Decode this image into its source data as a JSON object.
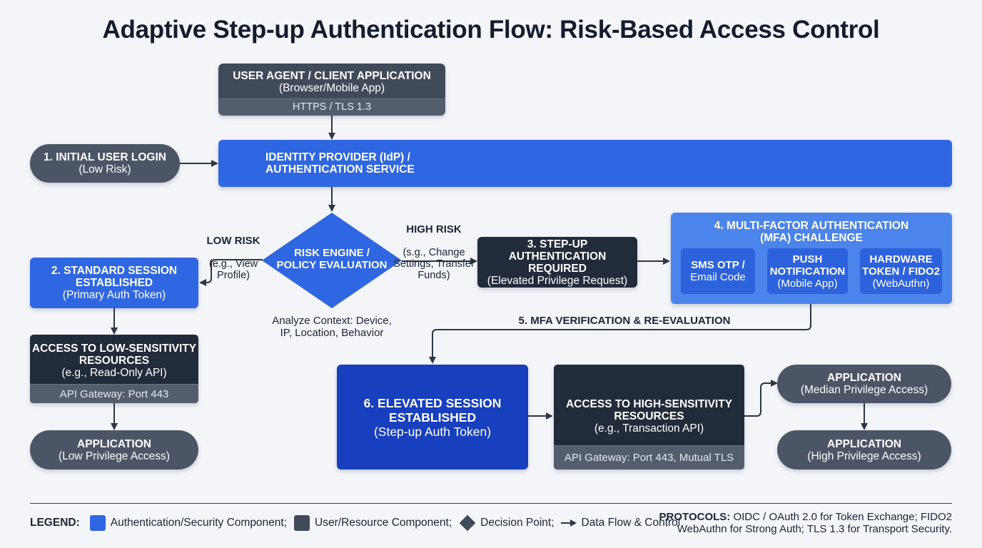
{
  "title": "Adaptive Step-up Authentication Flow: Risk-Based Access Control",
  "colors": {
    "auth_blue": "#2f66e2",
    "elevated_blue": "#173fbe",
    "mfa_panel": "#4b84ea",
    "user_slate": "#414a59",
    "resource_dark": "#222b39",
    "arrow": "#2d3646"
  },
  "nodes": {
    "user_agent": {
      "title": "USER AGENT / CLIENT APPLICATION",
      "subtitle": "(Browser/Mobile App)",
      "footer": "HTTPS / TLS 1.3"
    },
    "initial_login": {
      "title": "1. INITIAL USER LOGIN",
      "subtitle": "(Low Risk)"
    },
    "idp": {
      "title": "IDENTITY PROVIDER (IdP) /\nAUTHENTICATION SERVICE"
    },
    "risk_engine": {
      "title": "RISK ENGINE /\nPOLICY EVALUATION"
    },
    "standard_session": {
      "title": "2. STANDARD SESSION\nESTABLISHED",
      "subtitle": "(Primary Auth Token)"
    },
    "low_resources": {
      "title": "ACCESS TO LOW-SENSITIVITY\nRESOURCES",
      "subtitle": "(e.g., Read-Only API)",
      "footer": "API Gateway: Port 443"
    },
    "app_low": {
      "title": "APPLICATION",
      "subtitle": "(Low Privilege Access)"
    },
    "step_up": {
      "title": "3. STEP-UP AUTHENTICATION\nREQUIRED",
      "subtitle": "(Elevated Privilege Request)"
    },
    "mfa": {
      "title": "4. MULTI-FACTOR AUTHENTICATION\n(MFA) CHALLENGE",
      "options": [
        {
          "title": "SMS OTP /",
          "subtitle": "Email Code"
        },
        {
          "title": "PUSH\nNOTIFICATION",
          "subtitle": "(Mobile App)"
        },
        {
          "title": "HARDWARE\nTOKEN / FIDO2",
          "subtitle": "(WebAuthn)"
        }
      ]
    },
    "elevated_session": {
      "title": "6. ELEVATED SESSION\nESTABLISHED",
      "subtitle": "(Step-up Auth Token)"
    },
    "high_resources": {
      "title": "ACCESS TO HIGH-SENSITIVITY\nRESOURCES",
      "subtitle": "(e.g., Transaction API)",
      "footer": "API Gateway: Port 443, Mutual TLS"
    },
    "app_median": {
      "title": "APPLICATION",
      "subtitle": "(Median Privilege Access)"
    },
    "app_high": {
      "title": "APPLICATION",
      "subtitle": "(High Privilege Access)"
    }
  },
  "edge_labels": {
    "low_risk": {
      "title": "LOW RISK",
      "detail": "(e.g., View\nProfile)"
    },
    "high_risk": {
      "title": "HIGH RISK",
      "detail": "(s.g., Change\nSettings, Transfer\nFunds)"
    },
    "analyze": "Analyze Context: Device,\nIP, Location, Behavior",
    "mfa_verification": "5. MFA VERIFICATION & RE-EVALUATION"
  },
  "legend": {
    "title": "LEGEND:",
    "items": [
      {
        "icon": "blue-square",
        "label": "Authentication/Security Component;"
      },
      {
        "icon": "slate-square",
        "label": "User/Resource Component;"
      },
      {
        "icon": "diamond",
        "label": "Decision Point;"
      },
      {
        "icon": "arrow",
        "label": "Data Flow & Control"
      }
    ]
  },
  "protocols": {
    "label": "PROTOCOLS:",
    "line1": "OIDC / OAuth 2.0 for Token Exchange; FIDO2",
    "line2": "WebAuthn for Strong Auth; TLS 1.3 for Transport Security."
  }
}
